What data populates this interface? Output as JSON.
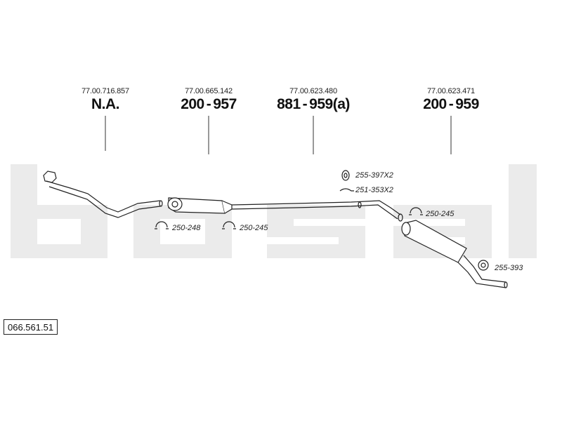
{
  "parts": [
    {
      "ref": "77.00.716.857",
      "code_a": "N.A.",
      "code_b": ""
    },
    {
      "ref": "77.00.665.142",
      "code_a": "200",
      "code_b": "957"
    },
    {
      "ref": "77.00.623.480",
      "code_a": "881",
      "code_b": "959(a)"
    },
    {
      "ref": "77.00.623.471",
      "code_a": "200",
      "code_b": "959"
    }
  ],
  "hardware": [
    {
      "id": "250-248"
    },
    {
      "id": "250-245"
    },
    {
      "id": "255-397X2"
    },
    {
      "id": "251-353X2"
    },
    {
      "id": "250-245"
    },
    {
      "id": "255-393"
    }
  ],
  "assembly_number": "066.561.51",
  "watermark": "bosal",
  "colors": {
    "line": "#222222",
    "watermark": "#e9e9e9"
  }
}
